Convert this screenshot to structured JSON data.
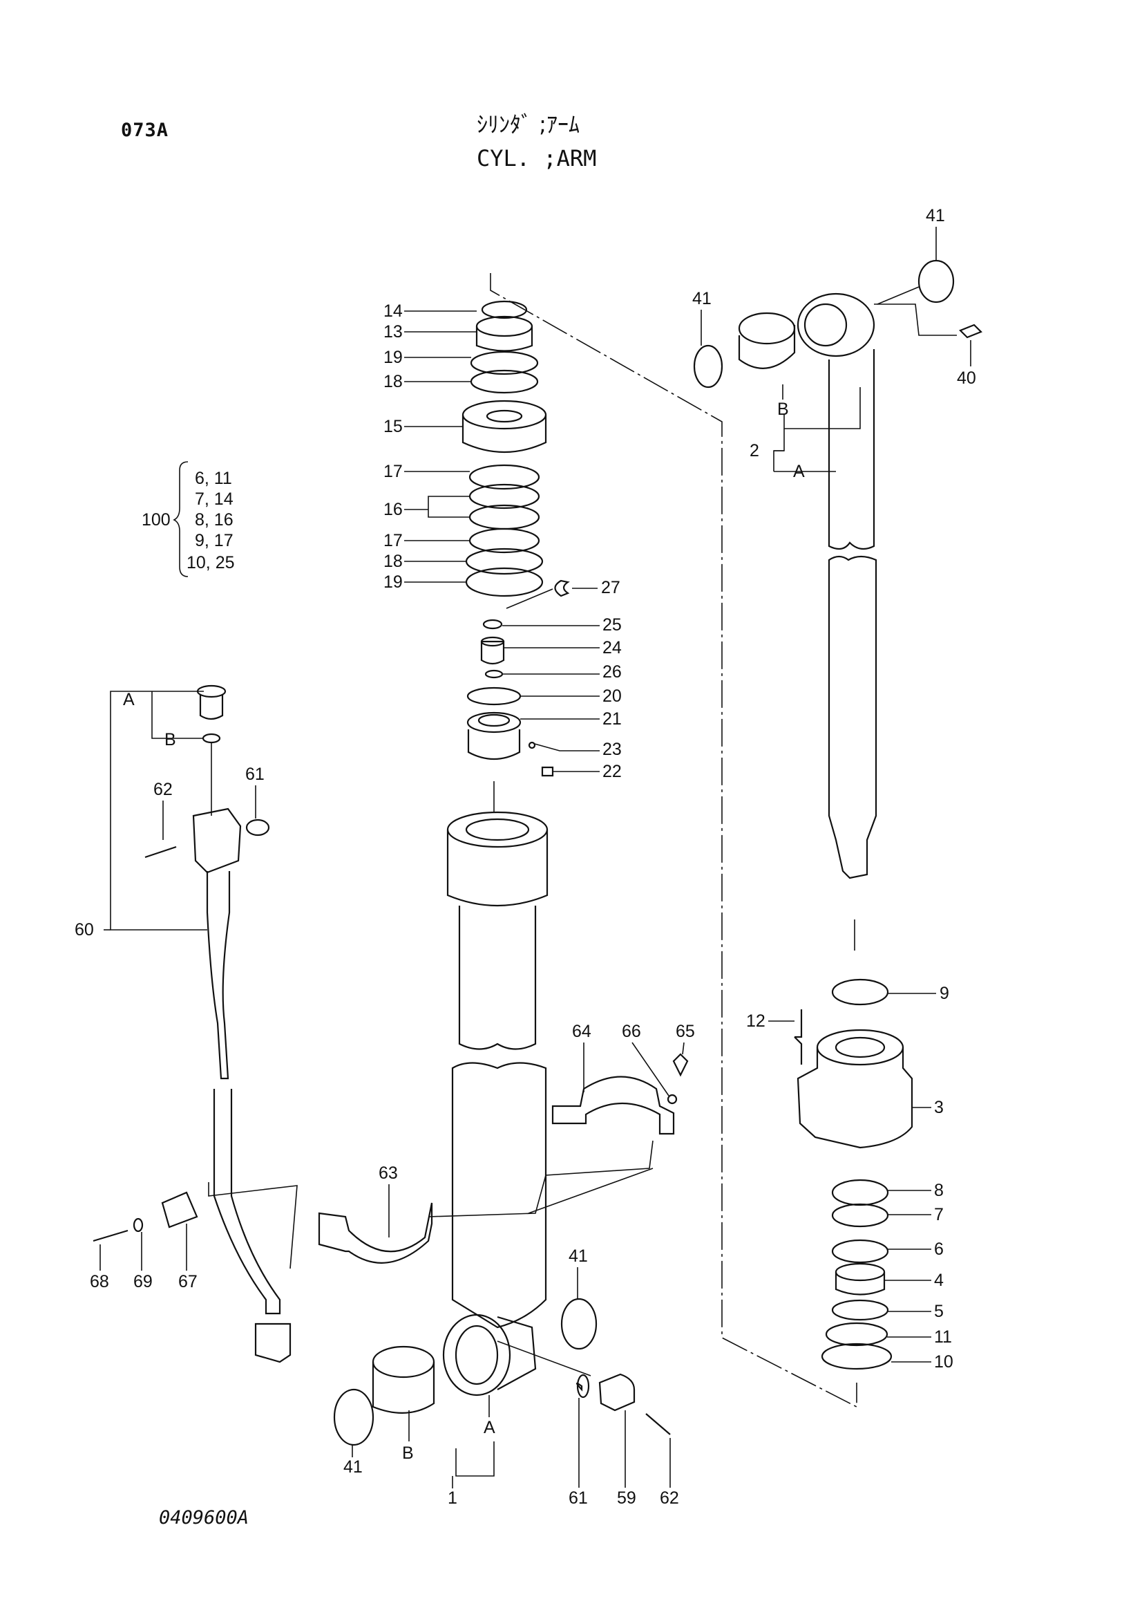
{
  "header": {
    "page_code": "073A",
    "title_jp": "ｼﾘﾝﾀﾞ ;ｱｰﾑ",
    "title_en": "CYL. ;ARM"
  },
  "footer": {
    "figure_id": "0409600A"
  },
  "kit": {
    "label": "100",
    "rows": [
      "6, 11",
      "7, 14",
      "8, 16",
      "9, 17",
      "10, 25"
    ]
  },
  "callouts": {
    "c14": "14",
    "c13": "13",
    "c19a": "19",
    "c18a": "18",
    "c15": "15",
    "c17a": "17",
    "c16": "16",
    "c17b": "17",
    "c18b": "18",
    "c19b": "19",
    "c27": "27",
    "c25": "25",
    "c24": "24",
    "c26": "26",
    "c20": "20",
    "c21": "21",
    "c23": "23",
    "c22": "22",
    "c41a": "41",
    "c41b": "41",
    "c40": "40",
    "c2": "2",
    "cB1": "B",
    "cA1": "A",
    "c9": "9",
    "c12": "12",
    "c3": "3",
    "c8": "8",
    "c7": "7",
    "c6": "6",
    "c4": "4",
    "c5": "5",
    "c11": "11",
    "c10": "10",
    "cA2": "A",
    "cB2": "B",
    "c62a": "62",
    "c61a": "61",
    "c60": "60",
    "c64": "64",
    "c66": "66",
    "c65": "65",
    "c63": "63",
    "c68": "68",
    "c69": "69",
    "c67": "67",
    "c41c": "41",
    "c41d": "41",
    "cB3": "B",
    "cA3": "A",
    "c1": "1",
    "c61b": "61",
    "c59": "59",
    "c62b": "62"
  }
}
